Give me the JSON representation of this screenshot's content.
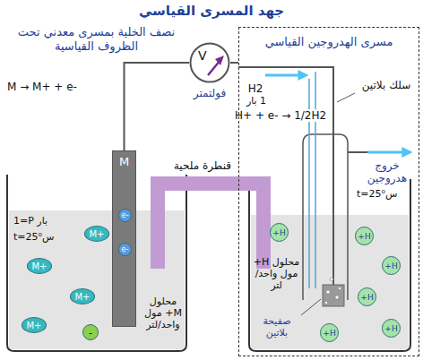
{
  "diagram": {
    "title": "جهد المسرى القياسي",
    "nodes": [
      {
        "text": [
          "V"
        ]
      },
      {
        "text": [
          "مسرى الهدروجين القياسي"
        ]
      },
      {
        "text": [
          "M"
        ]
      },
      {
        "text": [
          "e-"
        ],
        "in": 2
      },
      {
        "text": [
          "e-"
        ],
        "in": 2
      },
      {
        "text": [
          "M+"
        ]
      },
      {
        "text": [
          "M+"
        ]
      },
      {
        "text": [
          "M+"
        ]
      },
      {
        "text": [
          "M+"
        ]
      },
      {
        "text": [
          "-"
        ]
      },
      {
        "text": [
          "H+"
        ],
        "in": 1
      },
      {
        "text": [
          "H+"
        ],
        "in": 1
      },
      {
        "text": [
          "H+"
        ],
        "in": 1
      },
      {
        "text": [
          "H+"
        ],
        "in": 1
      },
      {
        "text": [
          "H+"
        ],
        "in": 1
      },
      {
        "text": [
          "H+"
        ],
        "in": 1
      }
    ],
    "edges": [
      {
        "from": 0,
        "to": 2,
        "arrow": "none"
      },
      {
        "from": 0,
        "to": 1,
        "arrow": "none"
      }
    ],
    "labels": [
      "نصف الخلية بمسرى معدني تحت الظروف القياسية",
      "فولتمتر",
      "M → M+ + e-",
      "قنطرة ملحية",
      "1=P بار",
      "t=25⁰س",
      "محلول M+ مول واحد/لتر",
      "H2",
      "1 بار",
      "H+ + e- → 1/2H2",
      "سلك بلاتين",
      "خروج هدروجين",
      "t=25⁰س",
      "محلول H+ مول واحد/لتر",
      "صفيحة بلاتين"
    ]
  }
}
